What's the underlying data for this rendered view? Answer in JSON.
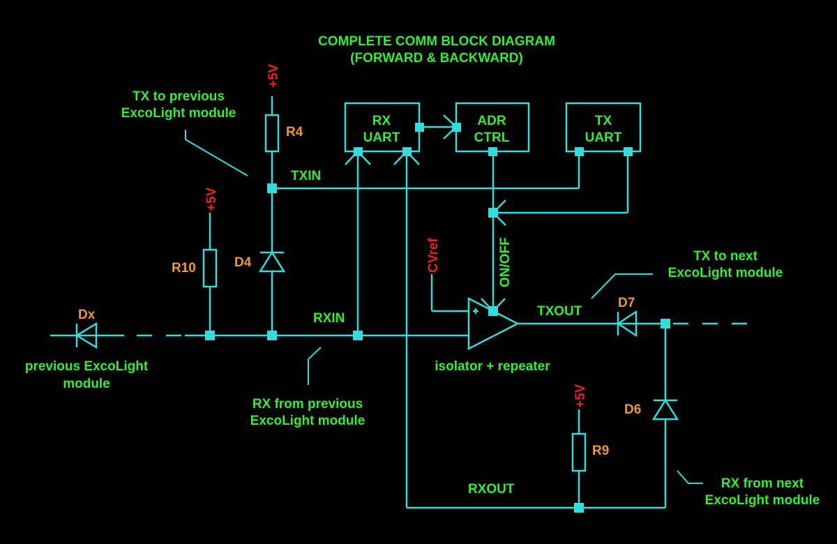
{
  "title": {
    "line1": "COMPLETE COMM BLOCK DIAGRAM",
    "line2": "(FORWARD & BACKWARD)"
  },
  "blocks": {
    "rx_uart": [
      "RX",
      "UART"
    ],
    "adr_ctrl": [
      "ADR",
      "CTRL"
    ],
    "tx_uart": [
      "TX",
      "UART"
    ]
  },
  "components": {
    "r4": "R4",
    "r10": "R10",
    "r9": "R9",
    "d4": "D4",
    "dx": "Dx",
    "d7": "D7",
    "d6": "D6"
  },
  "supplies": {
    "r4": "+5V",
    "r10": "+5V",
    "r9": "+5V"
  },
  "nets": {
    "txin": "TXIN",
    "rxin": "RXIN",
    "txout": "TXOUT",
    "rxout": "RXOUT",
    "cvref": "CVref",
    "onoff": "ON/OFF"
  },
  "labels": {
    "tx_prev": [
      "TX to previous",
      "ExcoLight module"
    ],
    "prev_module": [
      "previous ExcoLight",
      "module"
    ],
    "rx_prev": [
      "RX from previous",
      "ExcoLight module"
    ],
    "isolator": "isolator + repeater",
    "tx_next": [
      "TX to next",
      "ExcoLight module"
    ],
    "rx_next": [
      "RX from next",
      "ExcoLight module"
    ]
  },
  "colors": {
    "wire": "#33dddd",
    "label": "#33ee33",
    "component": "#ee9933",
    "supply": "#ee2222"
  }
}
